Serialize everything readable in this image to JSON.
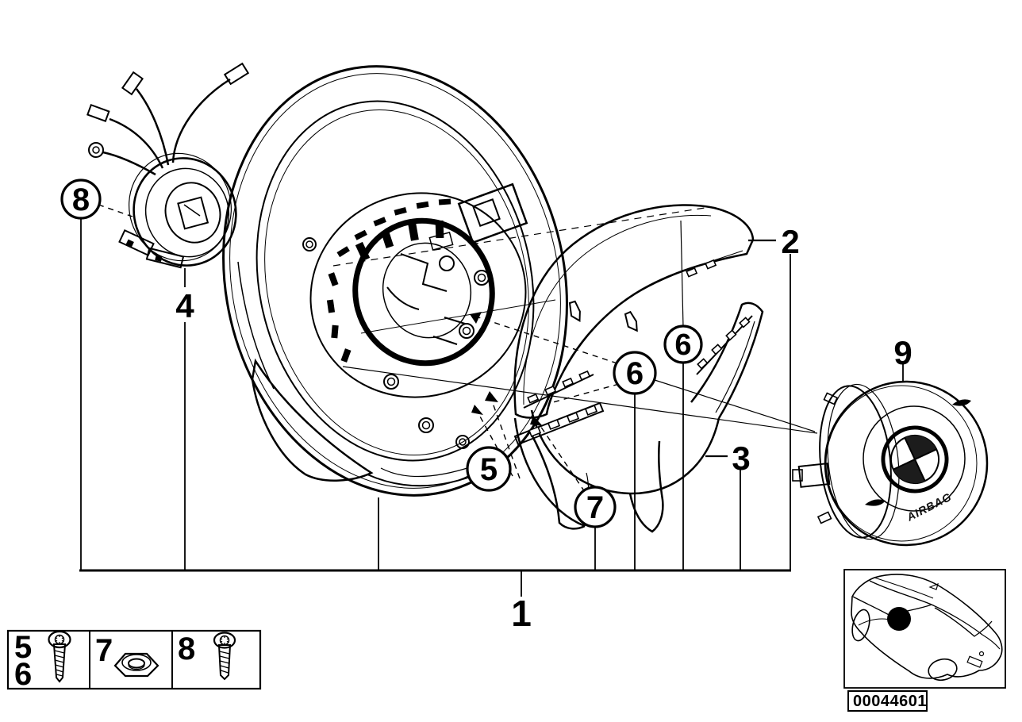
{
  "colors": {
    "ink": "#000000",
    "paper": "#ffffff"
  },
  "callouts": {
    "n1": "1",
    "n2": "2",
    "n3": "3",
    "n4": "4",
    "n5": "5",
    "n6_upper": "6",
    "n6_lower": "6",
    "n7": "7",
    "n8": "8",
    "n9": "9"
  },
  "legend": {
    "item56_top": "5",
    "item56_bottom": "6",
    "item7": "7",
    "item8": "8",
    "icons": {
      "item56": "torx-screw-icon",
      "item7": "hex-nut-icon",
      "item8": "torx-screw-icon"
    }
  },
  "airbag": {
    "label": "AIRBAG",
    "emblem_icon": "bmw-roundel-icon"
  },
  "inset": {
    "vehicle_icon": "car-silhouette-icon",
    "marker_icon": "location-dot-icon"
  },
  "stamp": {
    "image_number": "00044601"
  }
}
